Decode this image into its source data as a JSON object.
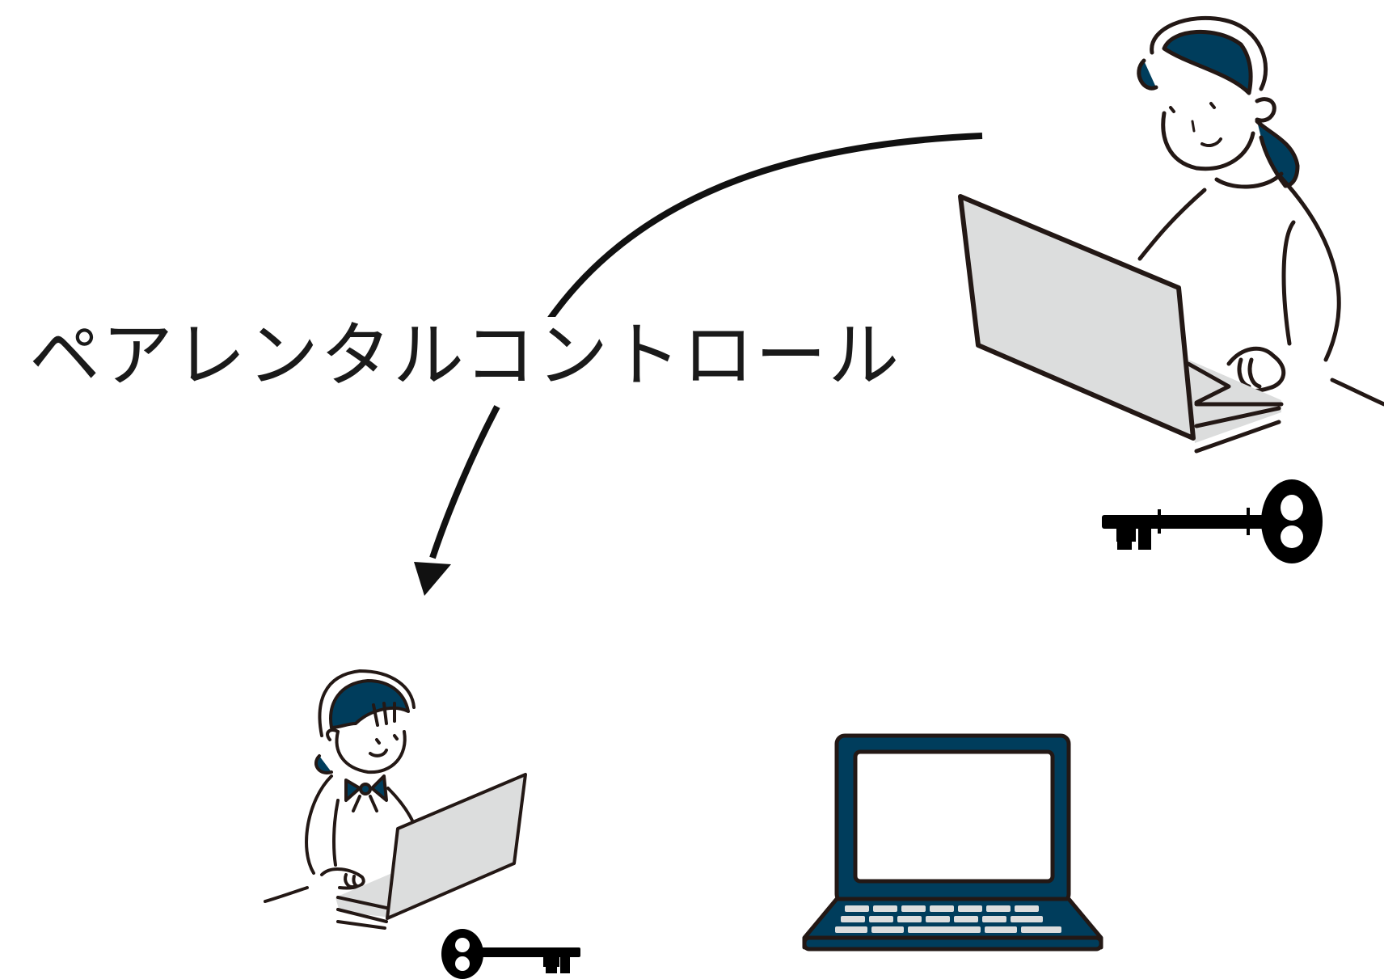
{
  "title": "ペアレンタルコントロール",
  "colors": {
    "accent": "#003d5c",
    "line": "#231815",
    "screen": "#dcdddd",
    "background": "#ffffff"
  },
  "icons": [
    "parent-figure",
    "parent-laptop",
    "parent-key-icon",
    "child-figure",
    "child-laptop",
    "child-key-icon",
    "standalone-laptop-icon",
    "control-arrow"
  ]
}
